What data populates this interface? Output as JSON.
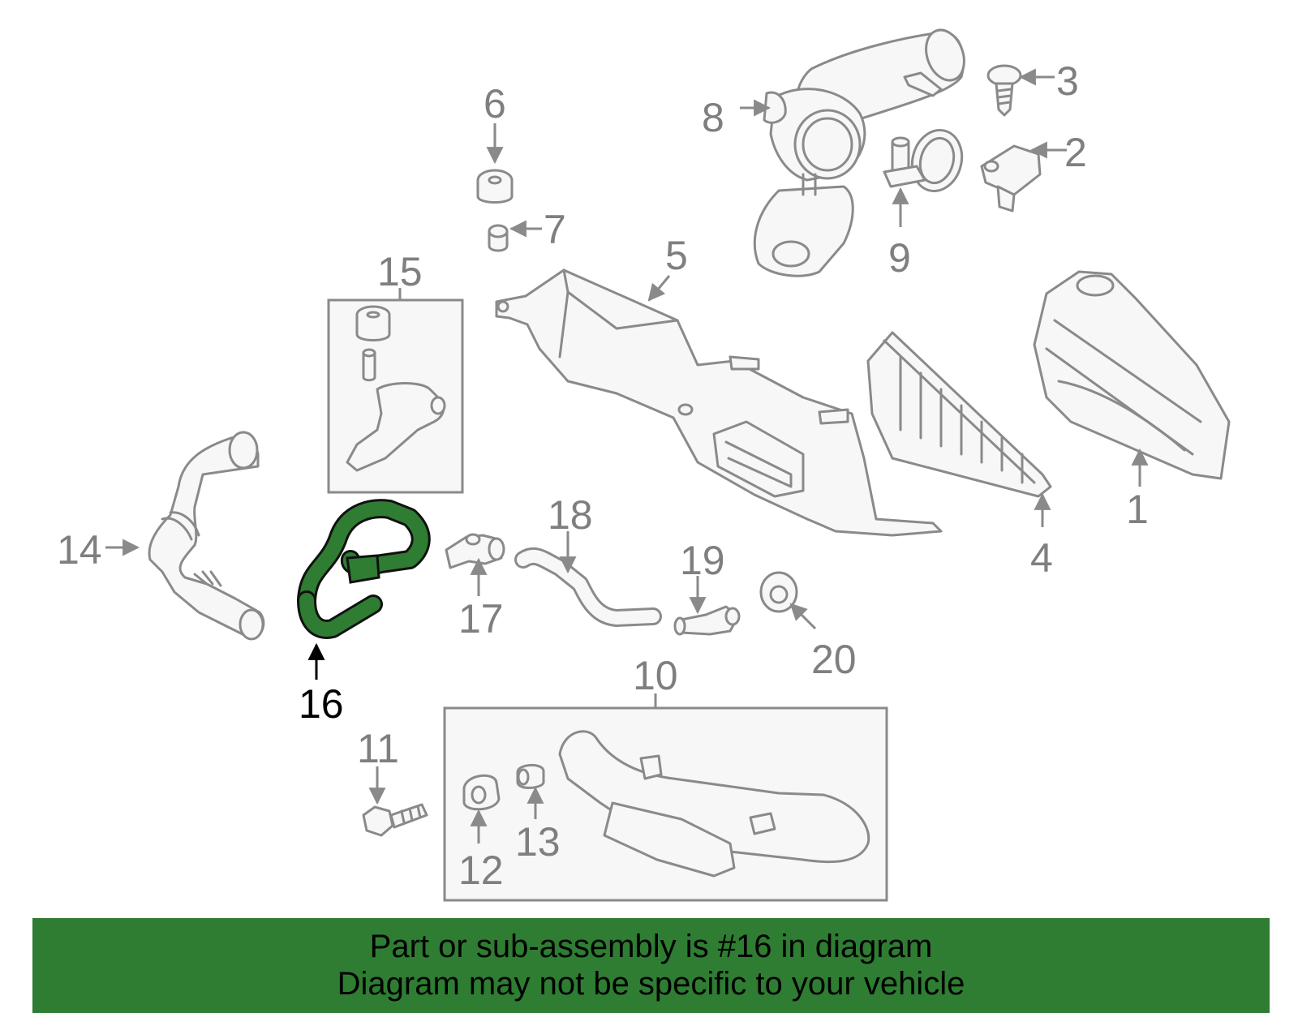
{
  "diagram": {
    "highlight_color": "#2e7d32",
    "highlighted_part": "16",
    "callouts": [
      {
        "id": "1",
        "label": "1"
      },
      {
        "id": "2",
        "label": "2"
      },
      {
        "id": "3",
        "label": "3"
      },
      {
        "id": "4",
        "label": "4"
      },
      {
        "id": "5",
        "label": "5"
      },
      {
        "id": "6",
        "label": "6"
      },
      {
        "id": "7",
        "label": "7"
      },
      {
        "id": "8",
        "label": "8"
      },
      {
        "id": "9",
        "label": "9"
      },
      {
        "id": "10",
        "label": "10"
      },
      {
        "id": "11",
        "label": "11"
      },
      {
        "id": "12",
        "label": "12"
      },
      {
        "id": "13",
        "label": "13"
      },
      {
        "id": "14",
        "label": "14"
      },
      {
        "id": "15",
        "label": "15"
      },
      {
        "id": "16",
        "label": "16"
      },
      {
        "id": "17",
        "label": "17"
      },
      {
        "id": "18",
        "label": "18"
      },
      {
        "id": "19",
        "label": "19"
      },
      {
        "id": "20",
        "label": "20"
      }
    ]
  },
  "banner": {
    "line1": "Part or sub-assembly is #16 in diagram",
    "line2": "Diagram may not be specific to your vehicle",
    "background": "#2e7d32"
  }
}
